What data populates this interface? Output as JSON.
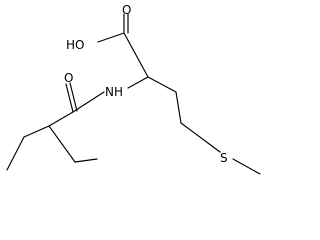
{
  "molecule": {
    "atoms": {
      "carboxyl_hydroxyl": "HO",
      "carboxyl_oxygen": "O",
      "amide_oxygen": "O",
      "amide_nitrogen": "NH",
      "thioether_sulfur": "S"
    }
  }
}
